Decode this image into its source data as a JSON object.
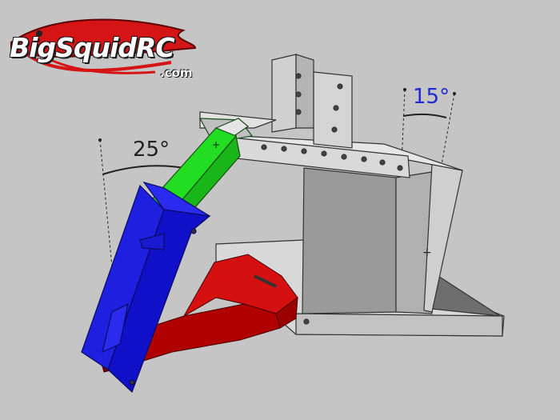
{
  "logo": {
    "name": "BigSquidRC",
    "suffix": ".com"
  },
  "annotations": {
    "left_angle": {
      "text": "25°",
      "color": "#222222"
    },
    "right_angle": {
      "text": "15°",
      "color": "#1f2bd1"
    }
  },
  "colors": {
    "background": "#c5c5c5",
    "blue_part": "#1f1fe0",
    "green_part": "#1ed51e",
    "red_part": "#e01010",
    "gray_part": "#a8a8a8"
  }
}
